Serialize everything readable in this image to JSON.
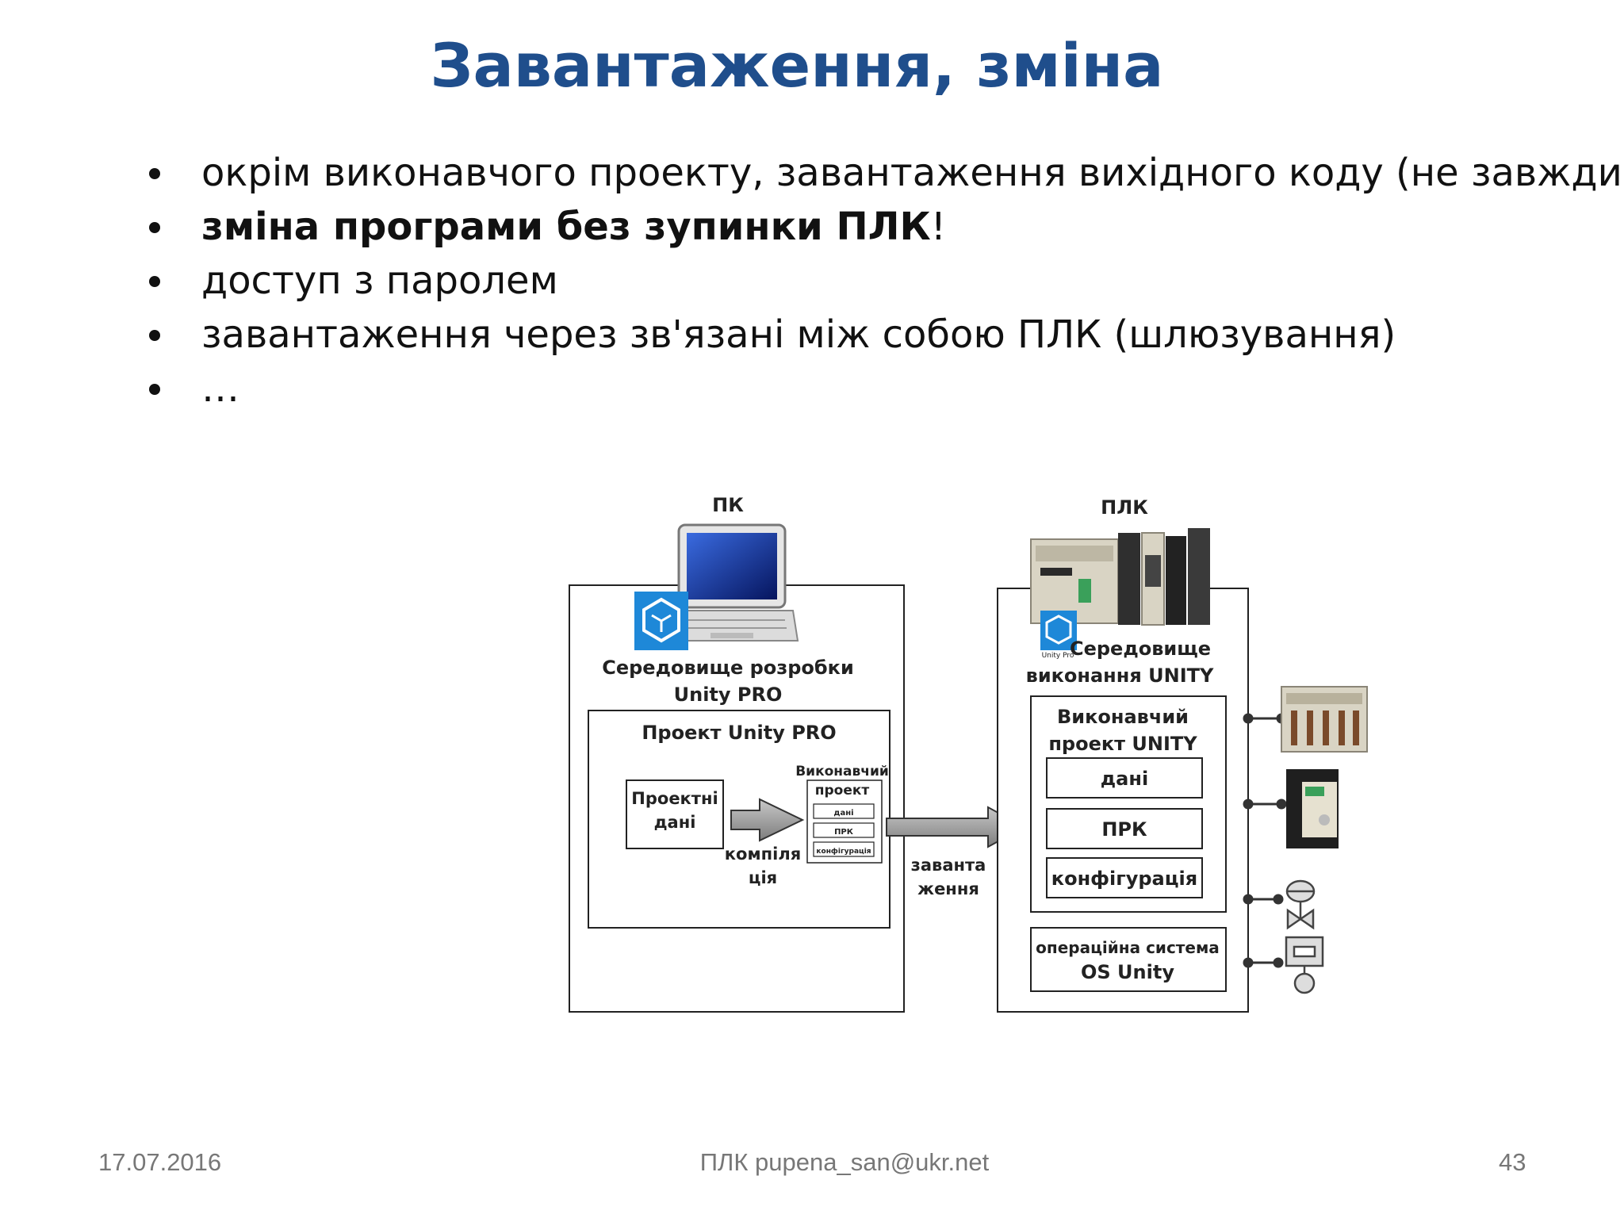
{
  "slide": {
    "title": "Завантаження, зміна",
    "bullets": [
      {
        "text": "окрім виконавчого проекту, завантаження вихідного коду (не завжди)",
        "bold": false
      },
      {
        "text": "зміна програми без зупинки ПЛК",
        "suffix": "!",
        "bold": true
      },
      {
        "text": "доступ з паролем",
        "bold": false
      },
      {
        "text": "завантаження через зв'язані між собою ПЛК (шлюзування)",
        "bold": false
      },
      {
        "text": "…",
        "bold": false
      }
    ],
    "footer": {
      "date": "17.07.2016",
      "author": "ПЛК pupena_san@ukr.net",
      "page": "43"
    }
  },
  "diagram": {
    "pc_label": "ПК",
    "plc_label": "ПЛК",
    "dev_env_line1": "Середовище розробки",
    "dev_env_line2": "Unity PRO",
    "project_title": "Проект Unity PRO",
    "project_data_line1": "Проектні",
    "project_data_line2": "дані",
    "compile_line1": "компіля",
    "compile_line2": "ція",
    "exec_small_line1": "Виконавчий",
    "exec_small_line2": "проект",
    "exec_small_items": [
      "дані",
      "ПРК",
      "конфігурація"
    ],
    "download_line1": "заванта",
    "download_line2": "ження",
    "runtime_line1": "Середовище",
    "runtime_line2": "виконання UNITY",
    "exec_line1": "Виконавчий",
    "exec_line2": "проект UNITY",
    "exec_items": [
      "дані",
      "ПРК",
      "конфігурація"
    ],
    "os_line1": "операційна система",
    "os_line2": "OS Unity",
    "unity_icon_caption": "Unity Pro",
    "colors": {
      "unity_icon": "#1e88d8",
      "screen": "#0a2a8c",
      "arrow": "#9a9a9a",
      "plc_body": "#d9d4c4"
    }
  }
}
